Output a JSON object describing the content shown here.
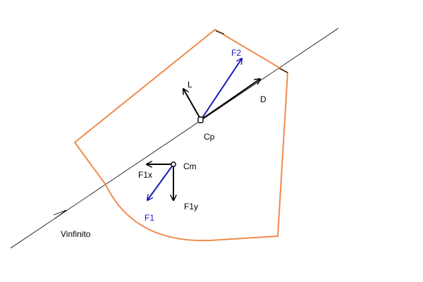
{
  "colors": {
    "outline": "#f08a4b",
    "black": "#000000",
    "blue": "#1a1ab4"
  },
  "labels": {
    "f2": "F2",
    "l": "L",
    "d": "D",
    "cp": "Cp",
    "cm": "Cm",
    "f1x": "F1x",
    "f1y": "F1y",
    "f1": "F1",
    "vinfinito": "Vinfinito"
  }
}
